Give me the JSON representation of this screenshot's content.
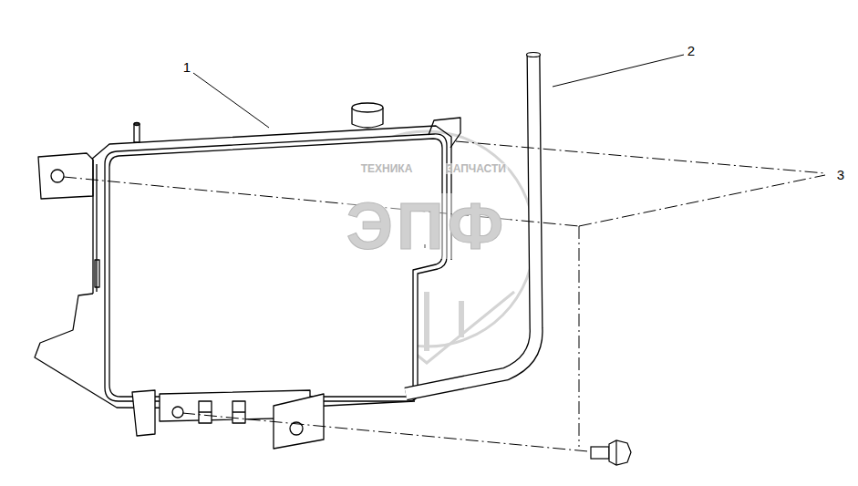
{
  "diagram": {
    "labels": [
      "1",
      "2",
      "3",
      "ТЕХНИКА",
      "ЗАПЧАСТИ",
      "ЭПФ"
    ]
  }
}
